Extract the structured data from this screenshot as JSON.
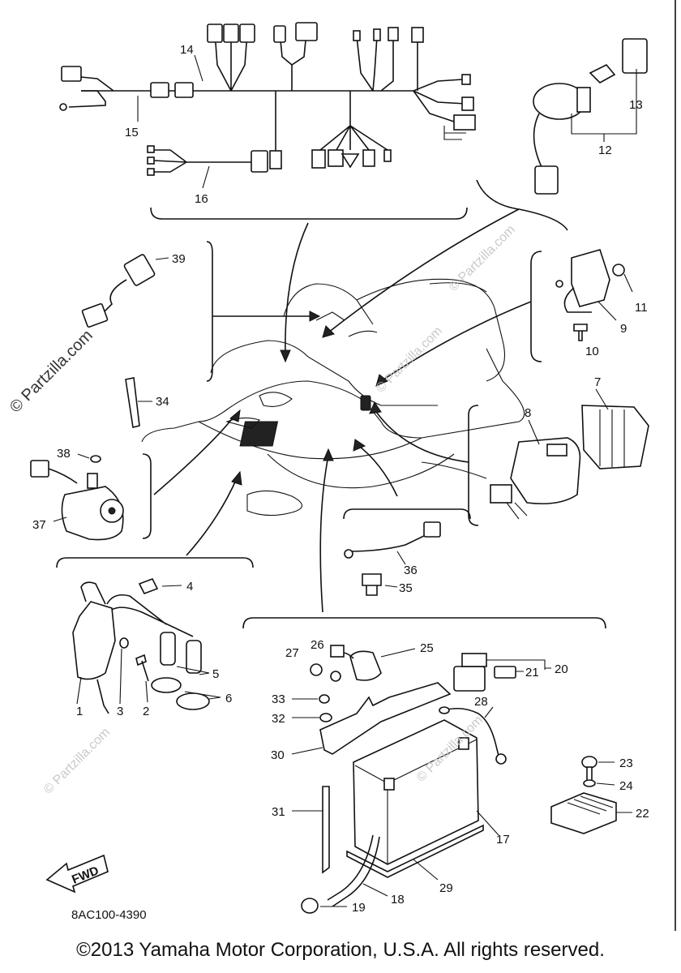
{
  "diagram": {
    "callouts": [
      "1",
      "2",
      "3",
      "4",
      "5",
      "6",
      "7",
      "8",
      "9",
      "10",
      "11",
      "12",
      "13",
      "14",
      "15",
      "16",
      "17",
      "18",
      "19",
      "20",
      "21",
      "22",
      "23",
      "24",
      "25",
      "26",
      "27",
      "28",
      "29",
      "30",
      "31",
      "32",
      "33",
      "34",
      "35",
      "36",
      "37",
      "38",
      "39"
    ],
    "direction_marker": "FWD",
    "reference_code": "8AC100-4390",
    "watermark_main": "© Partzilla.com",
    "watermark_faint": "© Partzilla.com"
  },
  "footer": {
    "copyright": "©2013  Yamaha Motor Corporation, U.S.A. All rights reserved."
  }
}
